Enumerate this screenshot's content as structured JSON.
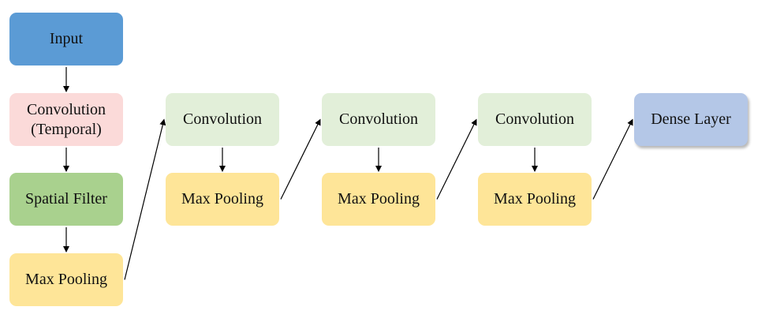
{
  "diagram": {
    "nodes": {
      "input": "Input",
      "conv_temporal": "Convolution\n(Temporal)",
      "spatial_filter": "Spatial Filter",
      "max_pool_1": "Max Pooling",
      "conv_2": "Convolution",
      "max_pool_2": "Max Pooling",
      "conv_3": "Convolution",
      "max_pool_3": "Max Pooling",
      "conv_4": "Convolution",
      "max_pool_4": "Max Pooling",
      "dense": "Dense Layer"
    },
    "edges": [
      [
        "input",
        "conv_temporal"
      ],
      [
        "conv_temporal",
        "spatial_filter"
      ],
      [
        "spatial_filter",
        "max_pool_1"
      ],
      [
        "max_pool_1",
        "conv_2"
      ],
      [
        "conv_2",
        "max_pool_2"
      ],
      [
        "max_pool_2",
        "conv_3"
      ],
      [
        "conv_3",
        "max_pool_3"
      ],
      [
        "max_pool_3",
        "conv_4"
      ],
      [
        "conv_4",
        "max_pool_4"
      ],
      [
        "max_pool_4",
        "dense"
      ]
    ],
    "colors": {
      "input": "#5b9bd5",
      "conv_temporal": "#fbdad9",
      "spatial_filter": "#a9d18e",
      "max_pooling": "#fee598",
      "convolution": "#e2efd9",
      "dense": "#b4c7e7",
      "arrow": "#000000"
    }
  }
}
